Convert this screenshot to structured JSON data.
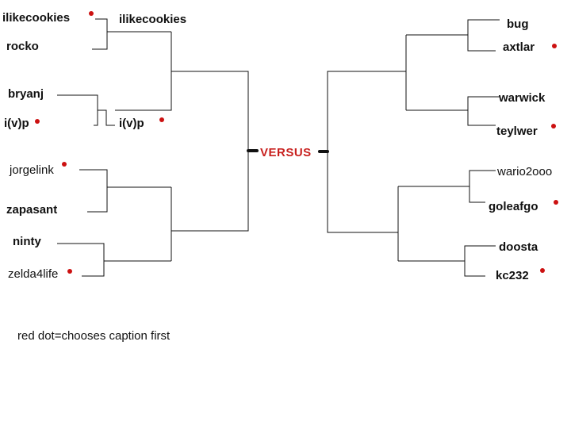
{
  "colors": {
    "line": "#111111",
    "dot": "#cc1111",
    "versus": "#c8201e",
    "background": "#ffffff"
  },
  "center": {
    "label": "VERSUS"
  },
  "legend": {
    "text": "red dot=chooses caption first"
  },
  "left_bracket": {
    "round1": [
      {
        "player": "ilikecookies",
        "first_pick": true
      },
      {
        "player": "rocko",
        "first_pick": false
      },
      {
        "player": "bryanj",
        "first_pick": false
      },
      {
        "player": "i(v)p",
        "first_pick": true
      },
      {
        "player": "jorgelink",
        "first_pick": true
      },
      {
        "player": "zapasant",
        "first_pick": false
      },
      {
        "player": "ninty",
        "first_pick": false
      },
      {
        "player": "zelda4life",
        "first_pick": true
      }
    ],
    "round2": [
      {
        "player": "ilikecookies",
        "first_pick": false
      },
      {
        "player": "i(v)p",
        "first_pick": true
      }
    ]
  },
  "right_bracket": {
    "round1": [
      {
        "player": "bug",
        "first_pick": false
      },
      {
        "player": "axtlar",
        "first_pick": true
      },
      {
        "player": "warwick",
        "first_pick": false
      },
      {
        "player": "teylwer",
        "first_pick": true
      },
      {
        "player": "wario2ooo",
        "first_pick": false
      },
      {
        "player": "goleafgo",
        "first_pick": true
      },
      {
        "player": "doosta",
        "first_pick": false
      },
      {
        "player": "kc232",
        "first_pick": true
      }
    ]
  }
}
